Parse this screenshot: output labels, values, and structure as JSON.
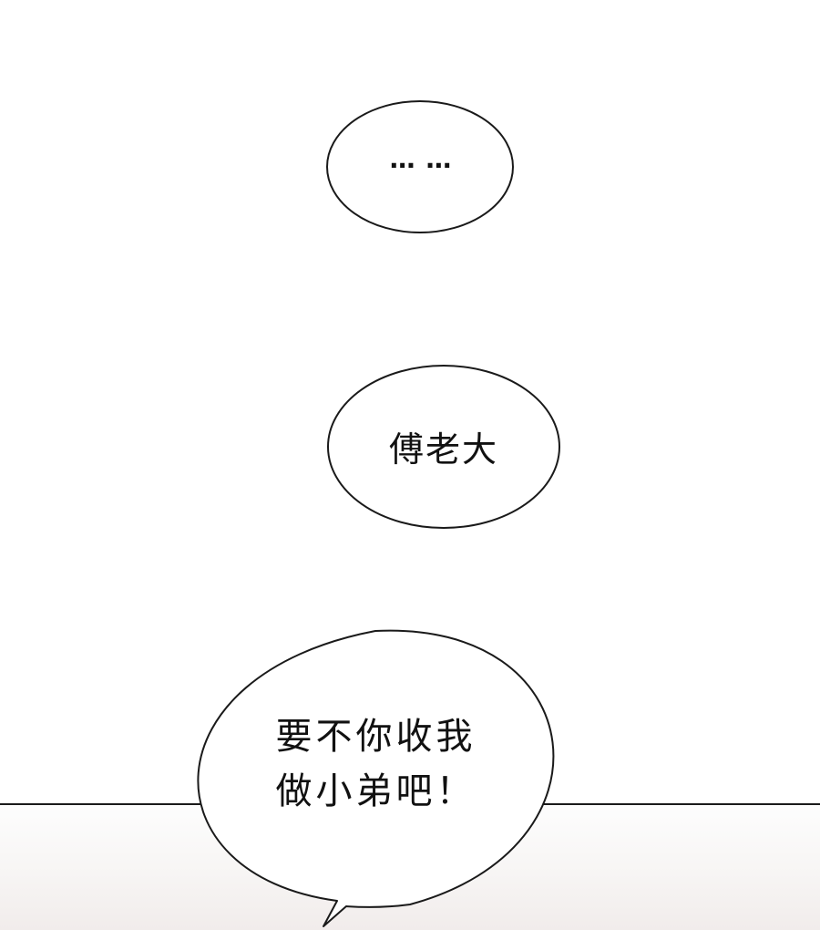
{
  "bubbles": {
    "bubble1": {
      "text": "…  …"
    },
    "bubble2": {
      "text": "傅老大"
    },
    "bubble3": {
      "line1": "要不你收我",
      "line2": "做小弟吧！"
    }
  },
  "colors": {
    "background": "#ffffff",
    "outline": "#1a1a1a",
    "panel_bottom": "#f1eceb"
  }
}
